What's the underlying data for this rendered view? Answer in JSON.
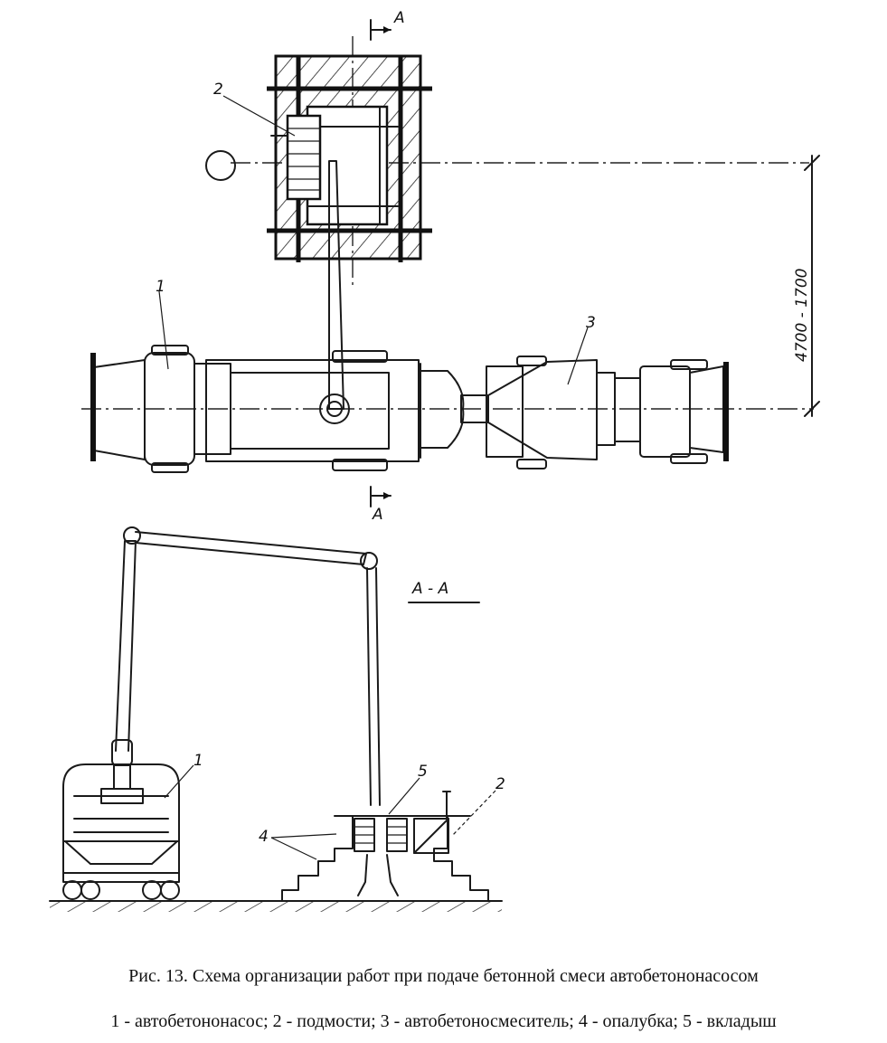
{
  "caption": {
    "title": "Рис. 13. Схема организации работ при подаче бетонной смеси автобетононасосом",
    "legend": "1 - автобетононасос; 2 - подмости; 3 - автобетоносмеситель; 4 - опалубка; 5 - вкладыш"
  },
  "labels": {
    "section_mark_top": "A",
    "section_mark_bottom": "A",
    "section_title": "A - A",
    "dimension": "4700 - 1700",
    "plan_1": "1",
    "plan_2": "2",
    "plan_3": "3",
    "sec_1": "1",
    "sec_2": "2",
    "sec_4": "4",
    "sec_5": "5"
  }
}
